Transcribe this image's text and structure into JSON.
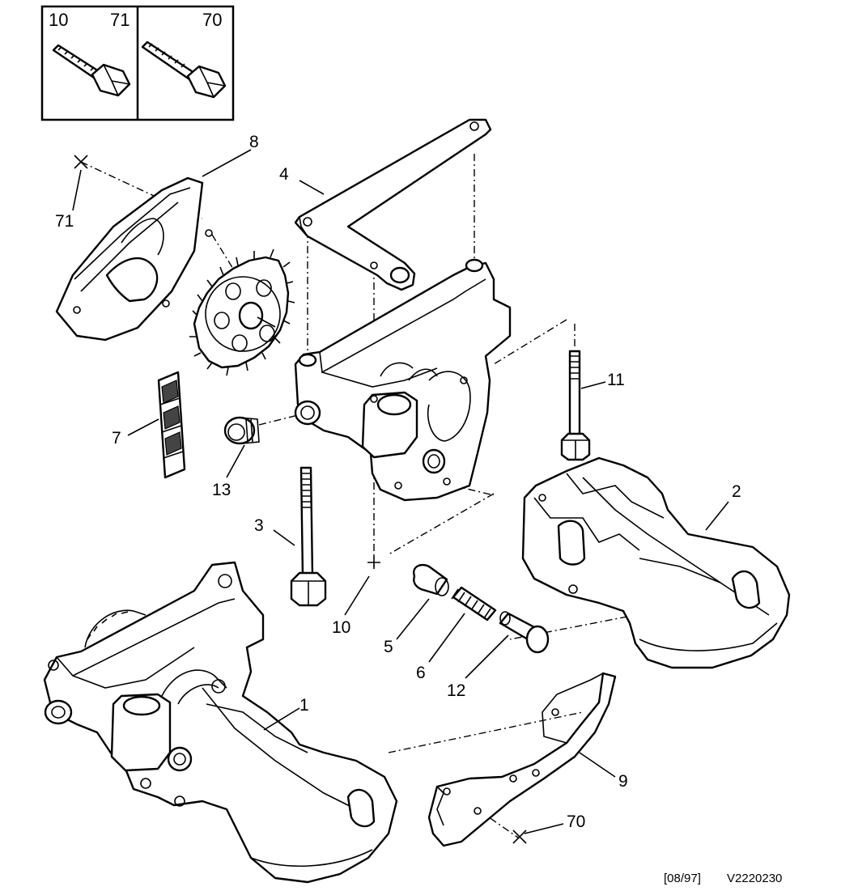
{
  "inset": {
    "left_labels": [
      "10",
      "71"
    ],
    "right_label": "70"
  },
  "callouts": {
    "c1": "1",
    "c2": "2",
    "c3": "3",
    "c4": "4",
    "c5": "5",
    "c6": "6",
    "c7": "7",
    "c8": "8",
    "c9": "9",
    "c10": "10",
    "c11": "11",
    "c12": "12",
    "c13": "13",
    "c70": "70",
    "c71": "71"
  },
  "footer": {
    "date_code": "[08/97]",
    "ref_code": "V2220230"
  }
}
